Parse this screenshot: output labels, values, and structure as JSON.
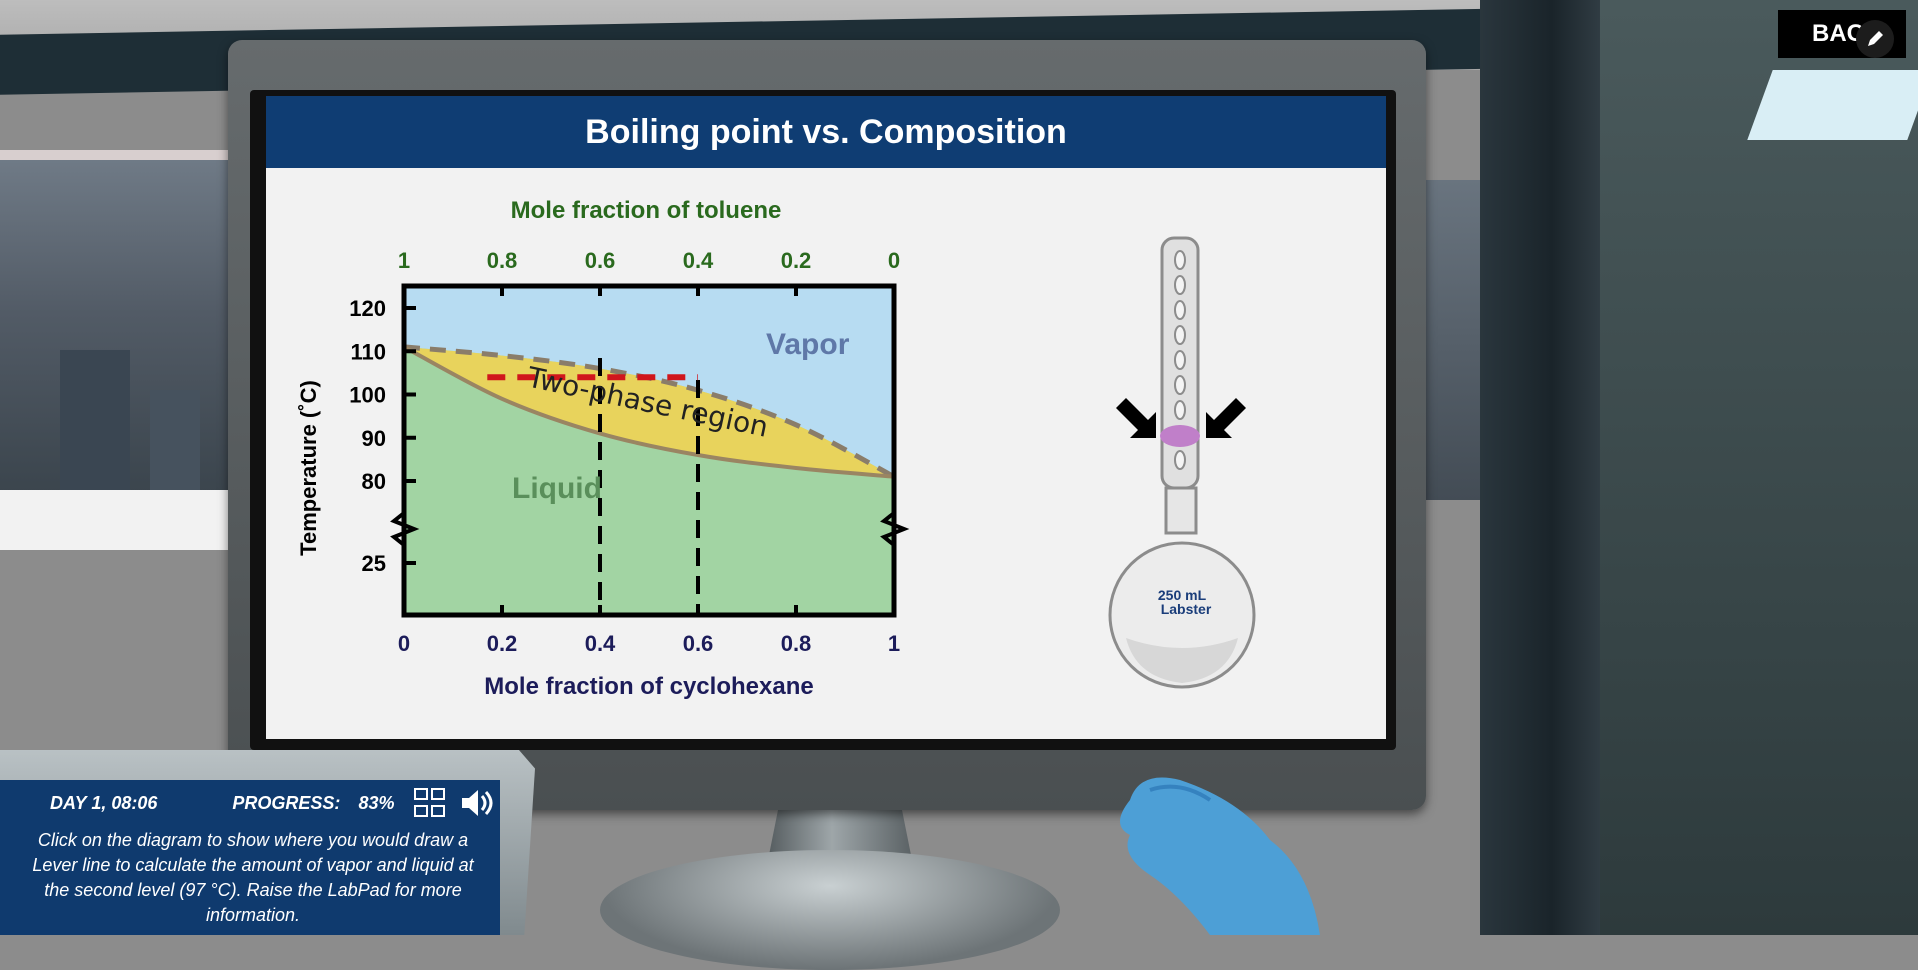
{
  "screen": {
    "title": "Boiling point vs. Composition"
  },
  "chart_data": {
    "type": "area",
    "title": "",
    "xlabel": "Mole fraction of cyclohexane",
    "x2label": "Mole fraction of toluene",
    "ylabel": "Temperature (˚C)",
    "x_ticks": [
      "0",
      "0.2",
      "0.4",
      "0.6",
      "0.8",
      "1"
    ],
    "x2_ticks": [
      "1",
      "0.8",
      "0.6",
      "0.4",
      "0.2",
      "0"
    ],
    "y_ticks": [
      "120",
      "110",
      "100",
      "90",
      "80",
      "25"
    ],
    "xlim": [
      0,
      1
    ],
    "ylim": [
      25,
      125
    ],
    "axis_break": true,
    "region_labels": {
      "vapor": "Vapor",
      "two_phase": "Two-phase region",
      "liquid": "Liquid"
    },
    "series": [
      {
        "name": "",
        "type": "dashed-curve",
        "x": [
          0,
          0.2,
          0.4,
          0.6,
          0.8,
          1
        ],
        "y": [
          111,
          109,
          106,
          101,
          93,
          81
        ]
      },
      {
        "name": "",
        "type": "solid-curve",
        "x": [
          0,
          0.2,
          0.4,
          0.6,
          0.8,
          1
        ],
        "y": [
          111,
          99,
          91,
          86,
          83,
          81
        ]
      }
    ],
    "lever_line": {
      "x_start": 0.17,
      "x_end": 0.6,
      "y": 104
    },
    "vertical_dashed_lines": [
      0.4,
      0.6
    ],
    "colors": {
      "vapor": "#b7dcf2",
      "two_phase": "#e8d35c",
      "liquid": "#a2d4a3",
      "lever": "#d0161c",
      "toluene_axis": "#2a6a1e",
      "cyclohexane_axis": "#1c1c5a"
    }
  },
  "column": {
    "flask_label_volume": "250 mL",
    "flask_label_brand": "Labster"
  },
  "info_panel": {
    "day_time": "DAY 1, 08:06",
    "progress_label": "PROGRESS:",
    "progress_value": "83%",
    "instruction": "Click on the diagram to show where you would draw a Lever line to calculate the amount of vapor and liquid at the second level (97 °C). Raise the LabPad for more information.",
    "icons": [
      "calculator-icon",
      "speaker-icon"
    ]
  },
  "back_button": {
    "label": "BACK"
  }
}
